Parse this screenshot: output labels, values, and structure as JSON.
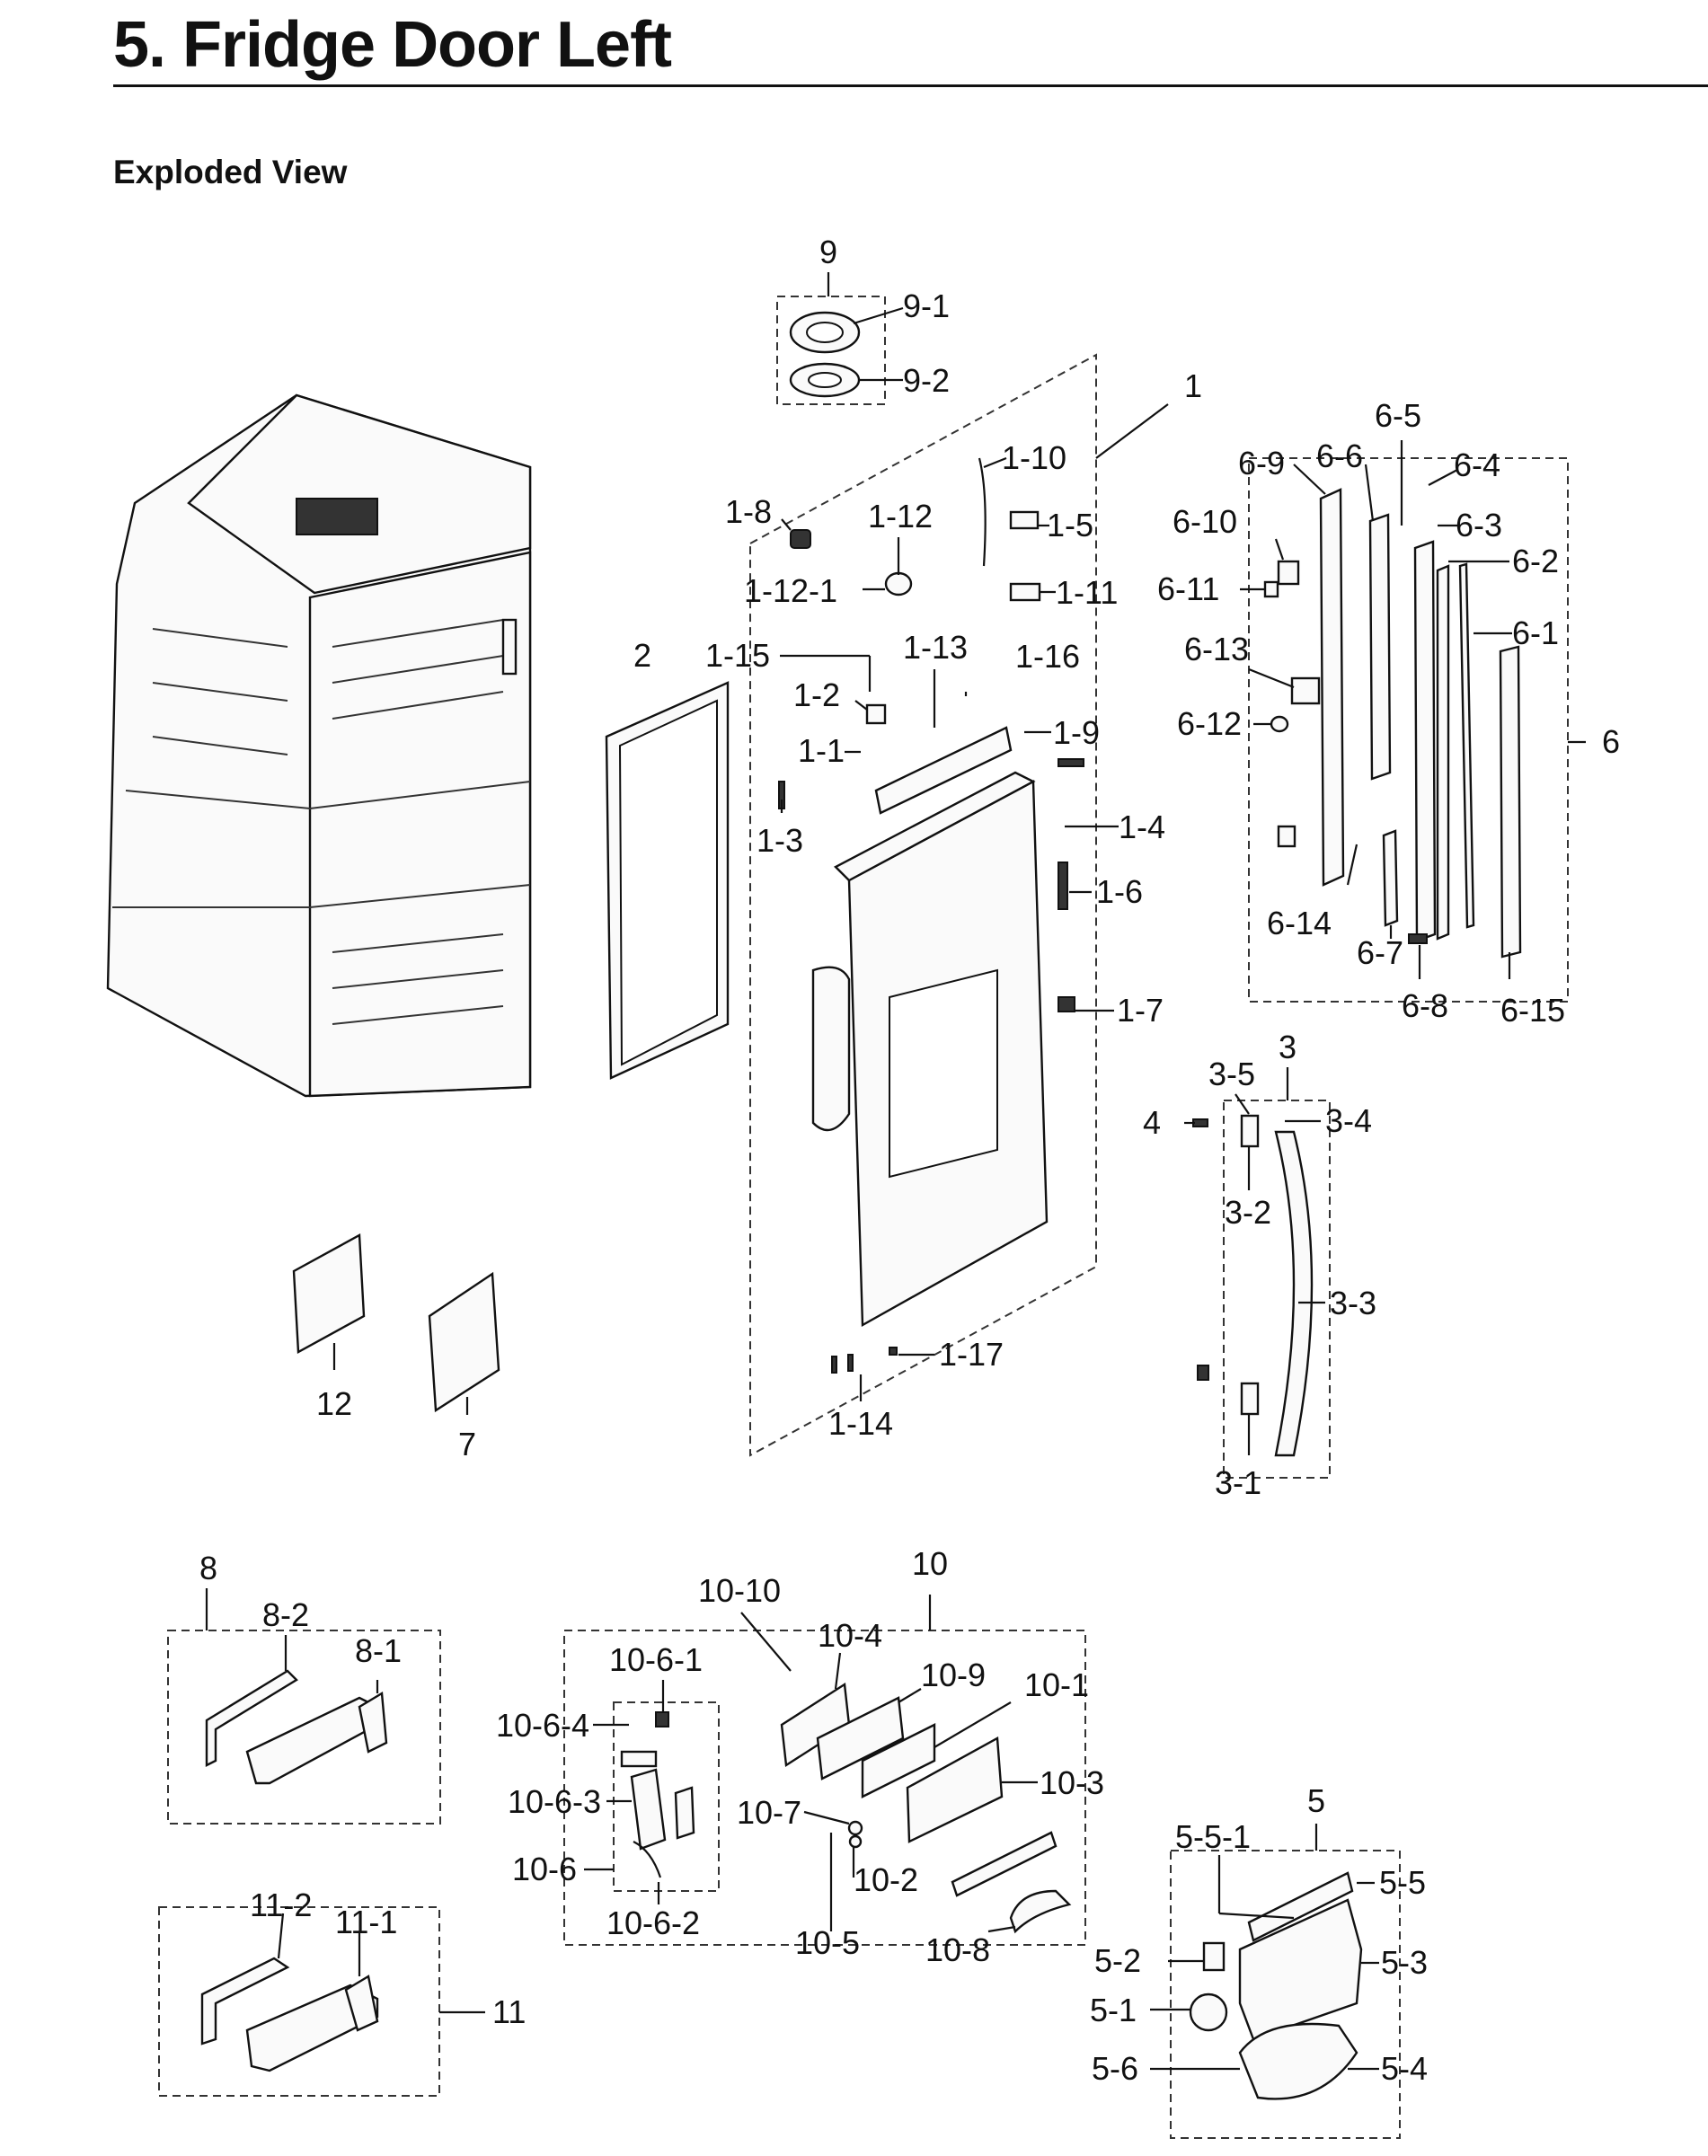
{
  "page": {
    "title": "5.  Fridge Door Left",
    "subtitle": "Exploded View"
  },
  "callouts": [
    "9",
    "9-1",
    "9-2",
    "1",
    "1-10",
    "1-8",
    "1-12",
    "1-5",
    "1-12-1",
    "1-11",
    "6-5",
    "6-9",
    "6-6",
    "6-4",
    "6-10",
    "6-3",
    "6-2",
    "6-11",
    "6-1",
    "6-13",
    "6-12",
    "6",
    "6-14",
    "6-7",
    "6-8",
    "6-15",
    "2",
    "1-15",
    "1-13",
    "1-16",
    "1-2",
    "1-9",
    "1-1",
    "1-3",
    "1-4",
    "1-6",
    "1-7",
    "3",
    "3-5",
    "3-4",
    "4",
    "3-2",
    "3-3",
    "3-1",
    "1-17",
    "1-14",
    "12",
    "7",
    "8",
    "8-2",
    "8-1",
    "10",
    "10-10",
    "10-4",
    "10-6-1",
    "10-9",
    "10-1",
    "10-6-4",
    "10-3",
    "10-6-3",
    "10-7",
    "10-6",
    "10-2",
    "10-6-2",
    "10-5",
    "10-8",
    "5",
    "5-5-1",
    "5-5",
    "5-2",
    "5-3",
    "5-1",
    "5-6",
    "5-4",
    "11",
    "11-2",
    "11-1"
  ]
}
